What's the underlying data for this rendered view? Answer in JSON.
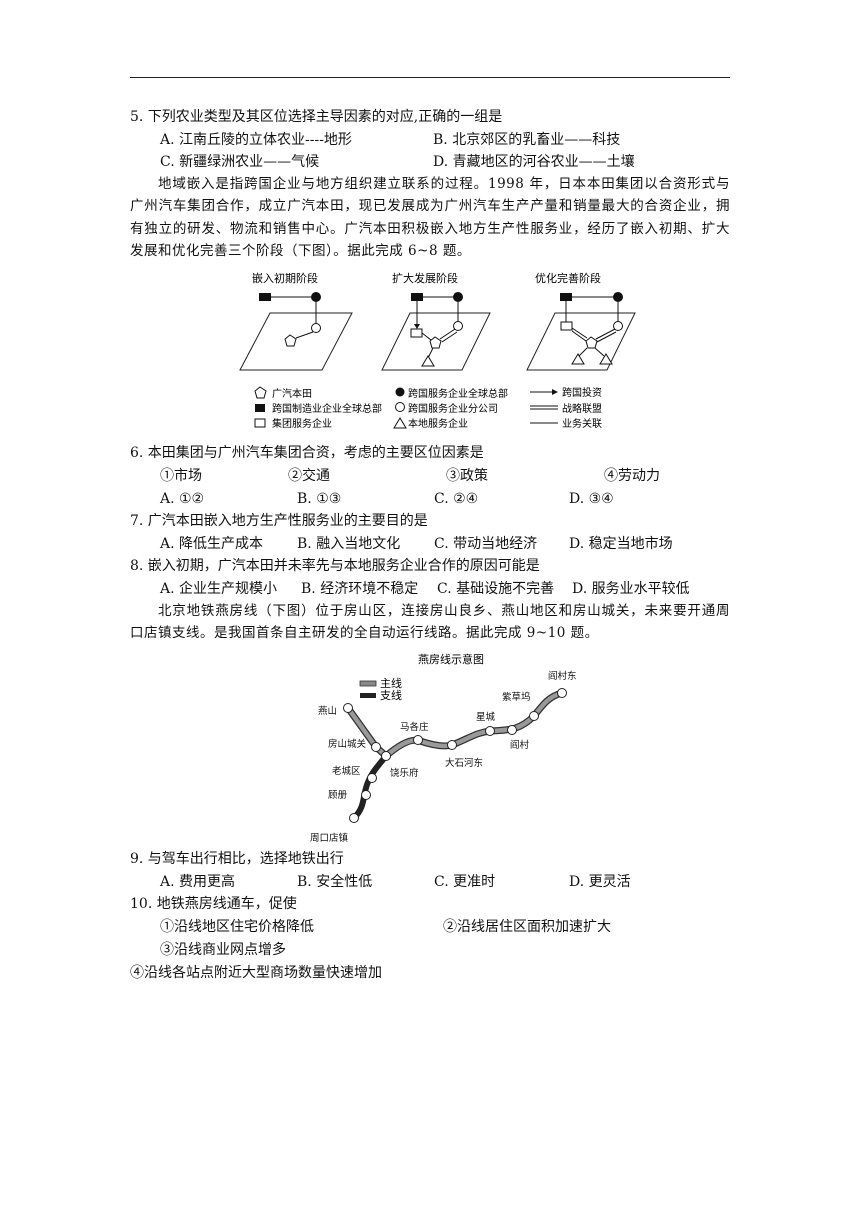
{
  "q5": {
    "stem": "5. 下列农业类型及其区位选择主导因素的对应,正确的一组是",
    "a": "A. 江南丘陵的立体农业----地形",
    "b": "B. 北京郊区的乳畜业——科技",
    "c": "C. 新疆绿洲农业——气候",
    "d": "D. 青藏地区的河谷农业——土壤"
  },
  "passage1": "地域嵌入是指跨国企业与地方组织建立联系的过程。1998 年，日本本田集团以合资形式与广州汽车集团合作，成立广汽本田，现已发展成为广州汽车生产产量和销量最大的合资企业，拥有独立的研发、物流和销售中心。广汽本田积极嵌入地方生产性服务业，经历了嵌入初期、扩大发展和优化完善三个阶段（下图）。据此完成 6~8 题。",
  "figure1": {
    "stage1": "嵌入初期阶段",
    "stage2": "扩大发展阶段",
    "stage3": "优化完善阶段",
    "legend": {
      "gac_honda": "广汽本田",
      "mfg_hq": "跨国制造业企业全球总部",
      "group_service": "集团服务企业",
      "service_hq": "跨国服务企业全球总部",
      "service_branch": "跨国服务企业分公司",
      "local_service": "本地服务企业",
      "investment": "跨国投资",
      "alliance": "战略联盟",
      "business_link": "业务关联"
    }
  },
  "q6": {
    "stem": "6. 本田集团与广州汽车集团合资，考虑的主要区位因素是",
    "items": [
      "①市场",
      "②交通",
      "③政策",
      "④劳动力"
    ],
    "a": "A. ①②",
    "b": "B. ①③",
    "c": "C. ②④",
    "d": "D. ③④"
  },
  "q7": {
    "stem": "7. 广汽本田嵌入地方生产性服务业的主要目的是",
    "a": "A. 降低生产成本",
    "b": "B. 融入当地文化",
    "c": "C. 带动当地经济",
    "d": "D. 稳定当地市场"
  },
  "q8": {
    "stem": "8. 嵌入初期，广汽本田并未率先与本地服务企业合作的原因可能是",
    "a": "A. 企业生产规模小",
    "b": "B. 经济环境不稳定",
    "c": "C. 基础设施不完善",
    "d": "D. 服务业水平较低"
  },
  "passage2": "北京地铁燕房线（下图）位于房山区，连接房山良乡、燕山地区和房山城关，未来要开通周口店镇支线。是我国首条自主研发的全自动运行线路。据此完成 9~10 题。",
  "figure2": {
    "title": "燕房线示意图",
    "legend_main": "主线",
    "legend_branch": "支线",
    "stations": {
      "yanshan": "燕山",
      "fangshan_chengguan": "房山城关",
      "mageazhuang": "马各庄",
      "raolefu": "饶乐府",
      "laochengqu": "老城区",
      "guce": "顾册",
      "zhoukoudian": "周口店镇",
      "dashihedong": "大石河东",
      "xingcheng": "星城",
      "yancun": "阎村",
      "zicaowu": "紫草坞",
      "yancundong": "阎村东"
    }
  },
  "q9": {
    "stem": "9. 与驾车出行相比，选择地铁出行",
    "a": "A. 费用更高",
    "b": "B. 安全性低",
    "c": "C. 更准时",
    "d": "D. 更灵活"
  },
  "q10": {
    "stem": "10. 地铁燕房线通车，促使",
    "i1": "①沿线地区住宅价格降低",
    "i2": "②沿线居住区面积加速扩大",
    "i3": "③沿线商业网点增多",
    "i4": "④沿线各站点附近大型商场数量快速增加"
  }
}
